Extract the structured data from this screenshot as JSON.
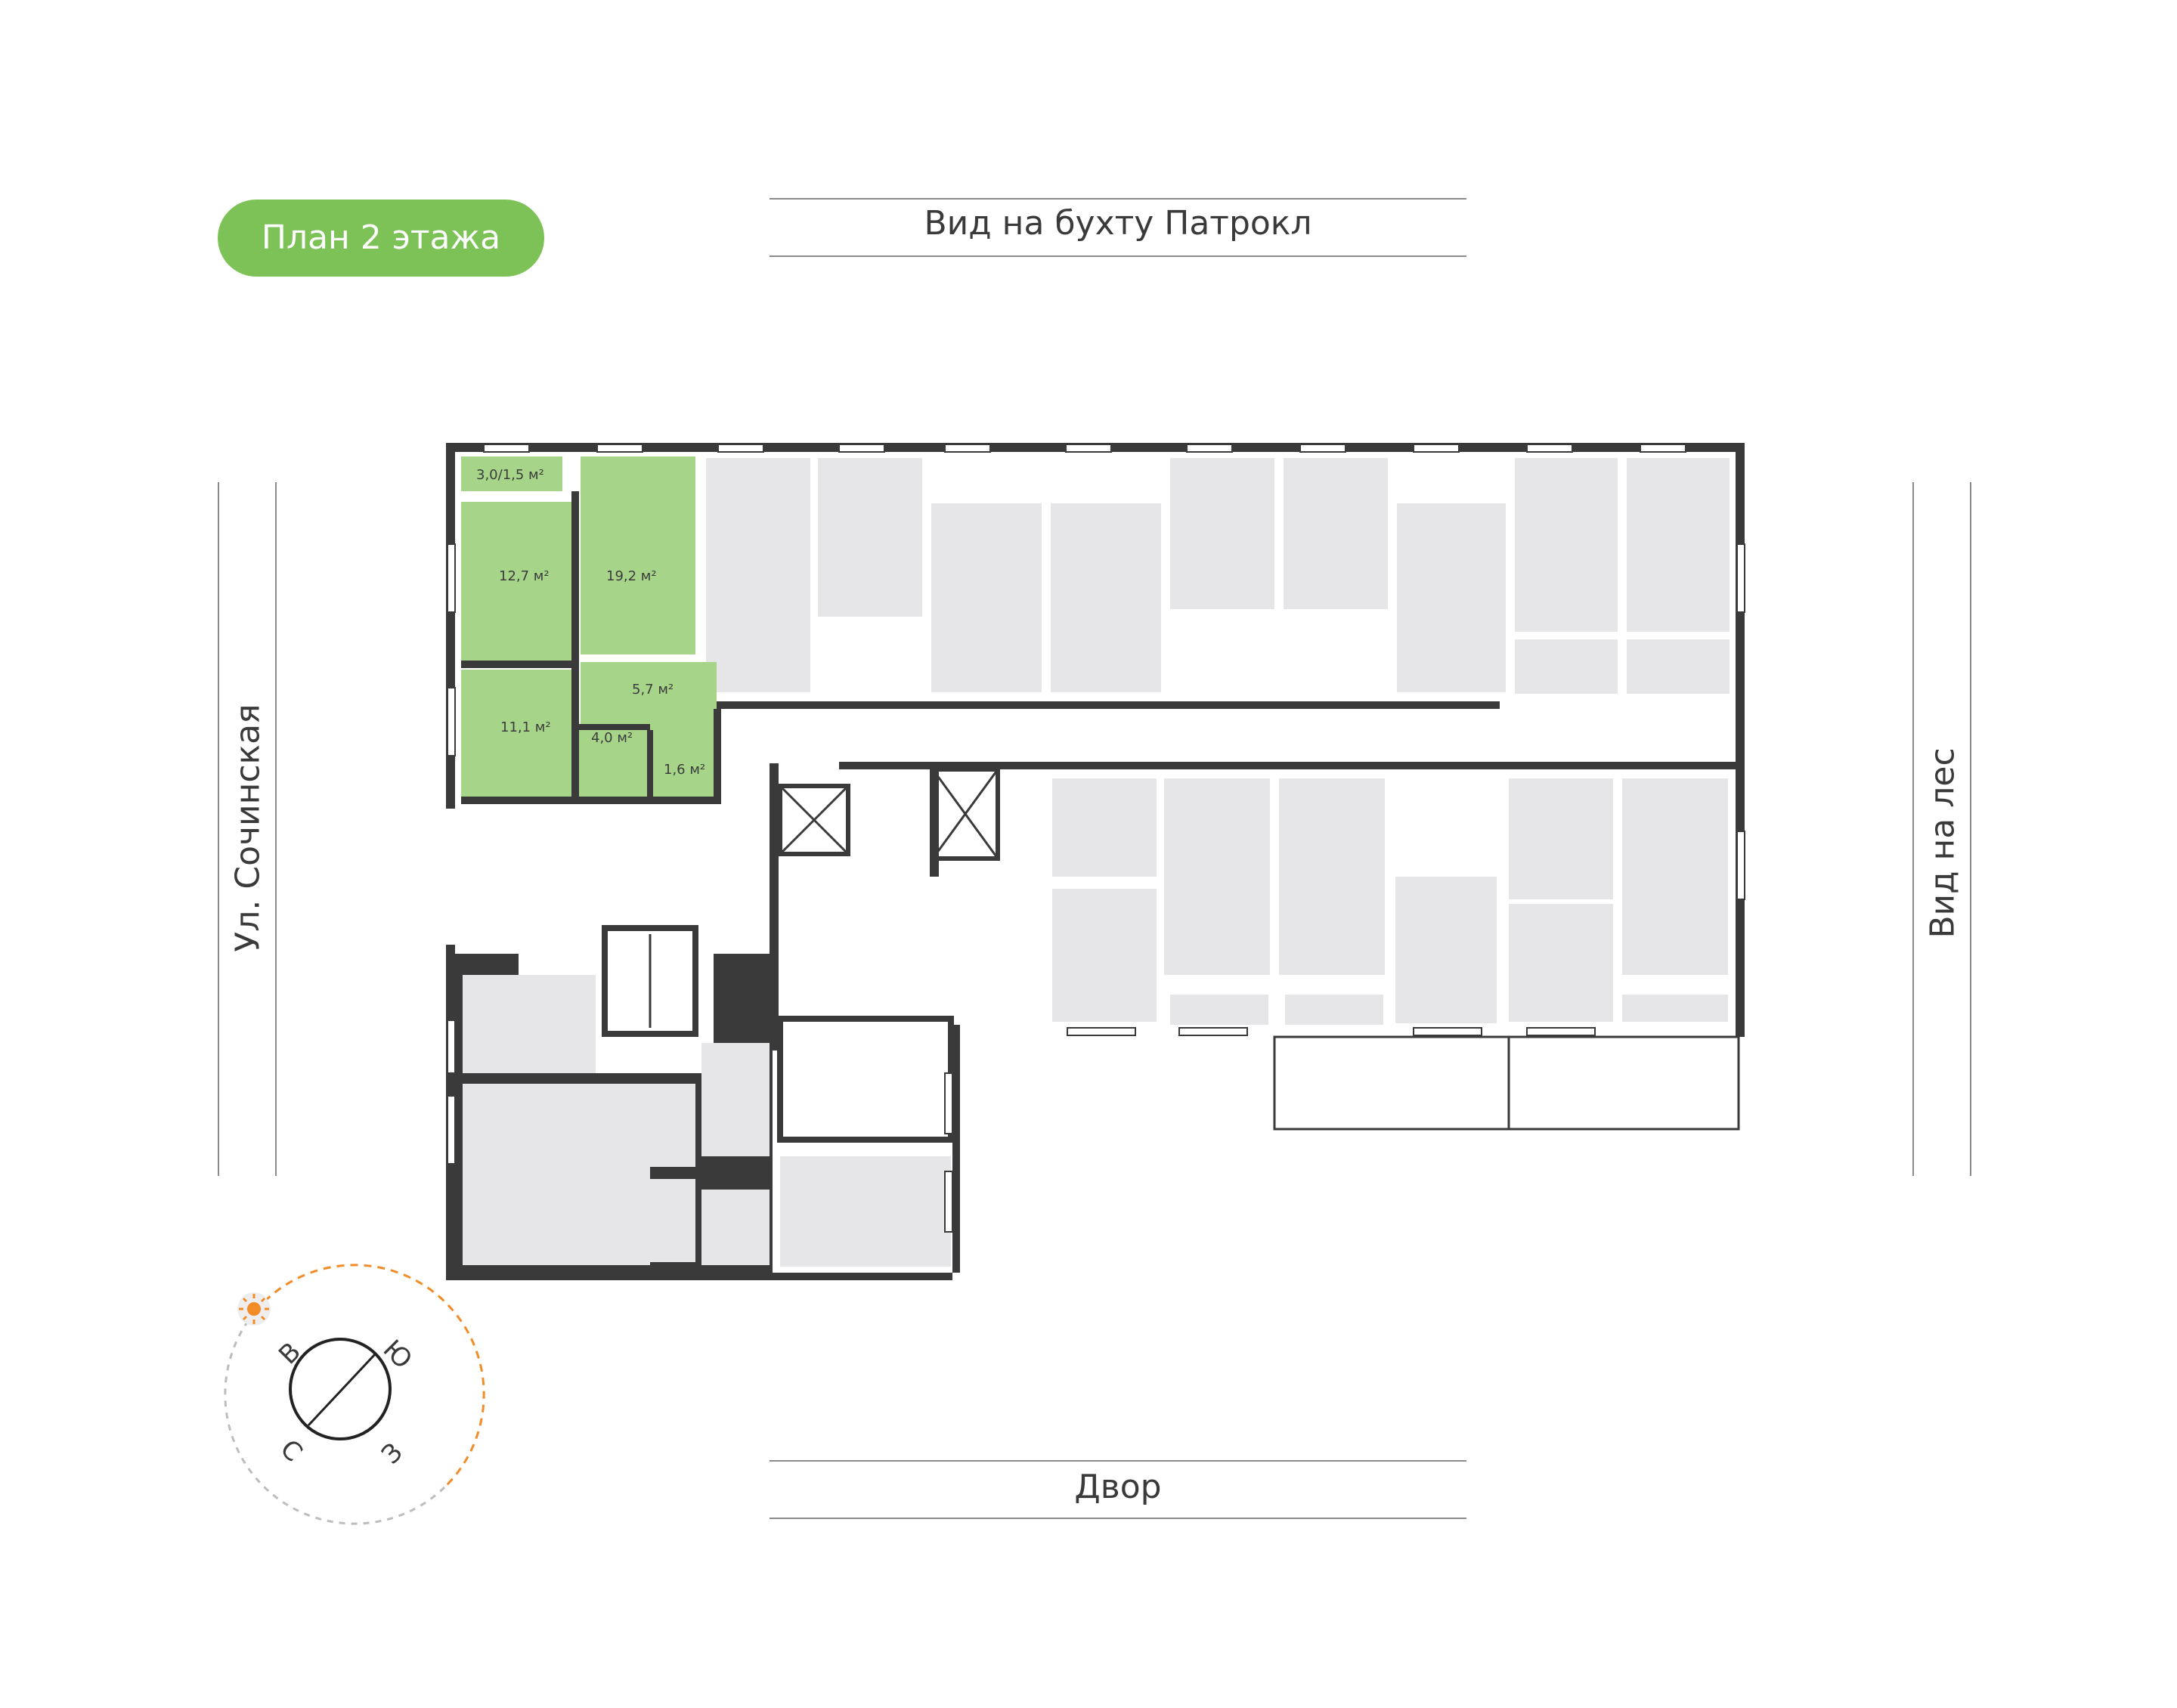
{
  "badge": {
    "label": "План 2 этажа"
  },
  "views": {
    "top": "Вид на бухту Патрокл",
    "bottom": "Двор",
    "left": "Ул. Сочинская",
    "right": "Вид на лес"
  },
  "apartment": {
    "highlight_color": "#a6d58a",
    "rooms": {
      "balcony": "3,0/1,5 м²",
      "room_a": "12,7 м²",
      "room_b": "19,2 м²",
      "hall": "5,7 м²",
      "room_c": "11,1 м²",
      "bath": "4,0 м²",
      "wc": "1,6 м²"
    }
  },
  "compass": {
    "east": "В",
    "south": "Ю",
    "north": "С",
    "west": "З",
    "sun_color": "#f28c28"
  },
  "colors": {
    "wall": "#3a3a3a",
    "room": "#e6e6e8",
    "corridor": "#ffffff"
  }
}
